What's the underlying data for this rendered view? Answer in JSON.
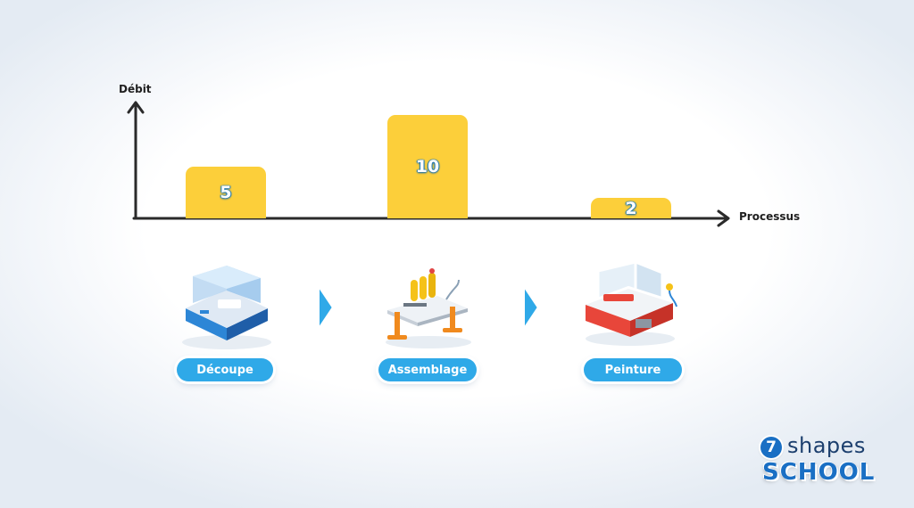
{
  "chart_data": {
    "type": "bar",
    "ylabel": "Débit",
    "xlabel": "Processus",
    "categories": [
      "Découpe",
      "Assemblage",
      "Peinture"
    ],
    "values": [
      5,
      10,
      2
    ],
    "ylim": [
      0,
      10
    ],
    "grid": false,
    "bar_color": "#fccf3a"
  },
  "stations": [
    {
      "label": "Découpe",
      "icon": "cutting-machine-icon"
    },
    {
      "label": "Assemblage",
      "icon": "assembly-table-icon"
    },
    {
      "label": "Peinture",
      "icon": "paint-booth-icon"
    }
  ],
  "arrows": [
    "chevron-right-icon",
    "chevron-right-icon"
  ],
  "colors": {
    "pill": "#2fa9e8",
    "chevron": "#2fa9e8",
    "axis": "#2a2a2a",
    "logo": "#1a6fc4"
  },
  "logo": {
    "number": "7",
    "word1": "shapes",
    "word2": "SCHOOL"
  }
}
